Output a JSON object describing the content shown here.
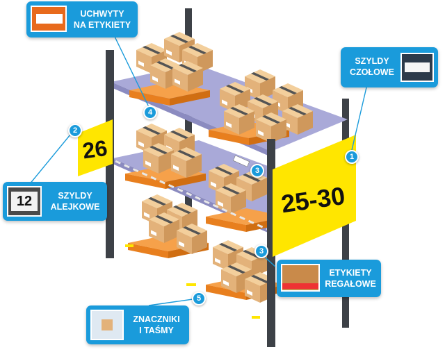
{
  "callouts": {
    "uchwyty": {
      "line1": "UCHWYTY",
      "line2": "NA ETYKIETY"
    },
    "szyldy_czolowe": {
      "line1": "SZYLDY",
      "line2": "CZOŁOWE"
    },
    "szyldy_alejkowe": {
      "line1": "SZYLDY",
      "line2": "ALEJKOWE"
    },
    "etykiety_regalowe": {
      "line1": "ETYKIETY",
      "line2": "REGAŁOWE"
    },
    "znaczniki": {
      "line1": "ZNACZNIKI",
      "line2": "I TAŚMY"
    }
  },
  "badges": {
    "b1": "1",
    "b2": "2",
    "b3a": "3",
    "b3b": "3",
    "b4": "4",
    "b5": "5"
  },
  "signs": {
    "aisle_number": "26",
    "front_range": "25-30",
    "aisle_thumb_number": "12"
  },
  "colors": {
    "accent": "#1a9bdb",
    "sign_yellow": "#ffe600",
    "frame": "#3d4147",
    "beam": "#a9a9d8",
    "pallet": "#f28c2a",
    "box": "#e9bc85"
  }
}
